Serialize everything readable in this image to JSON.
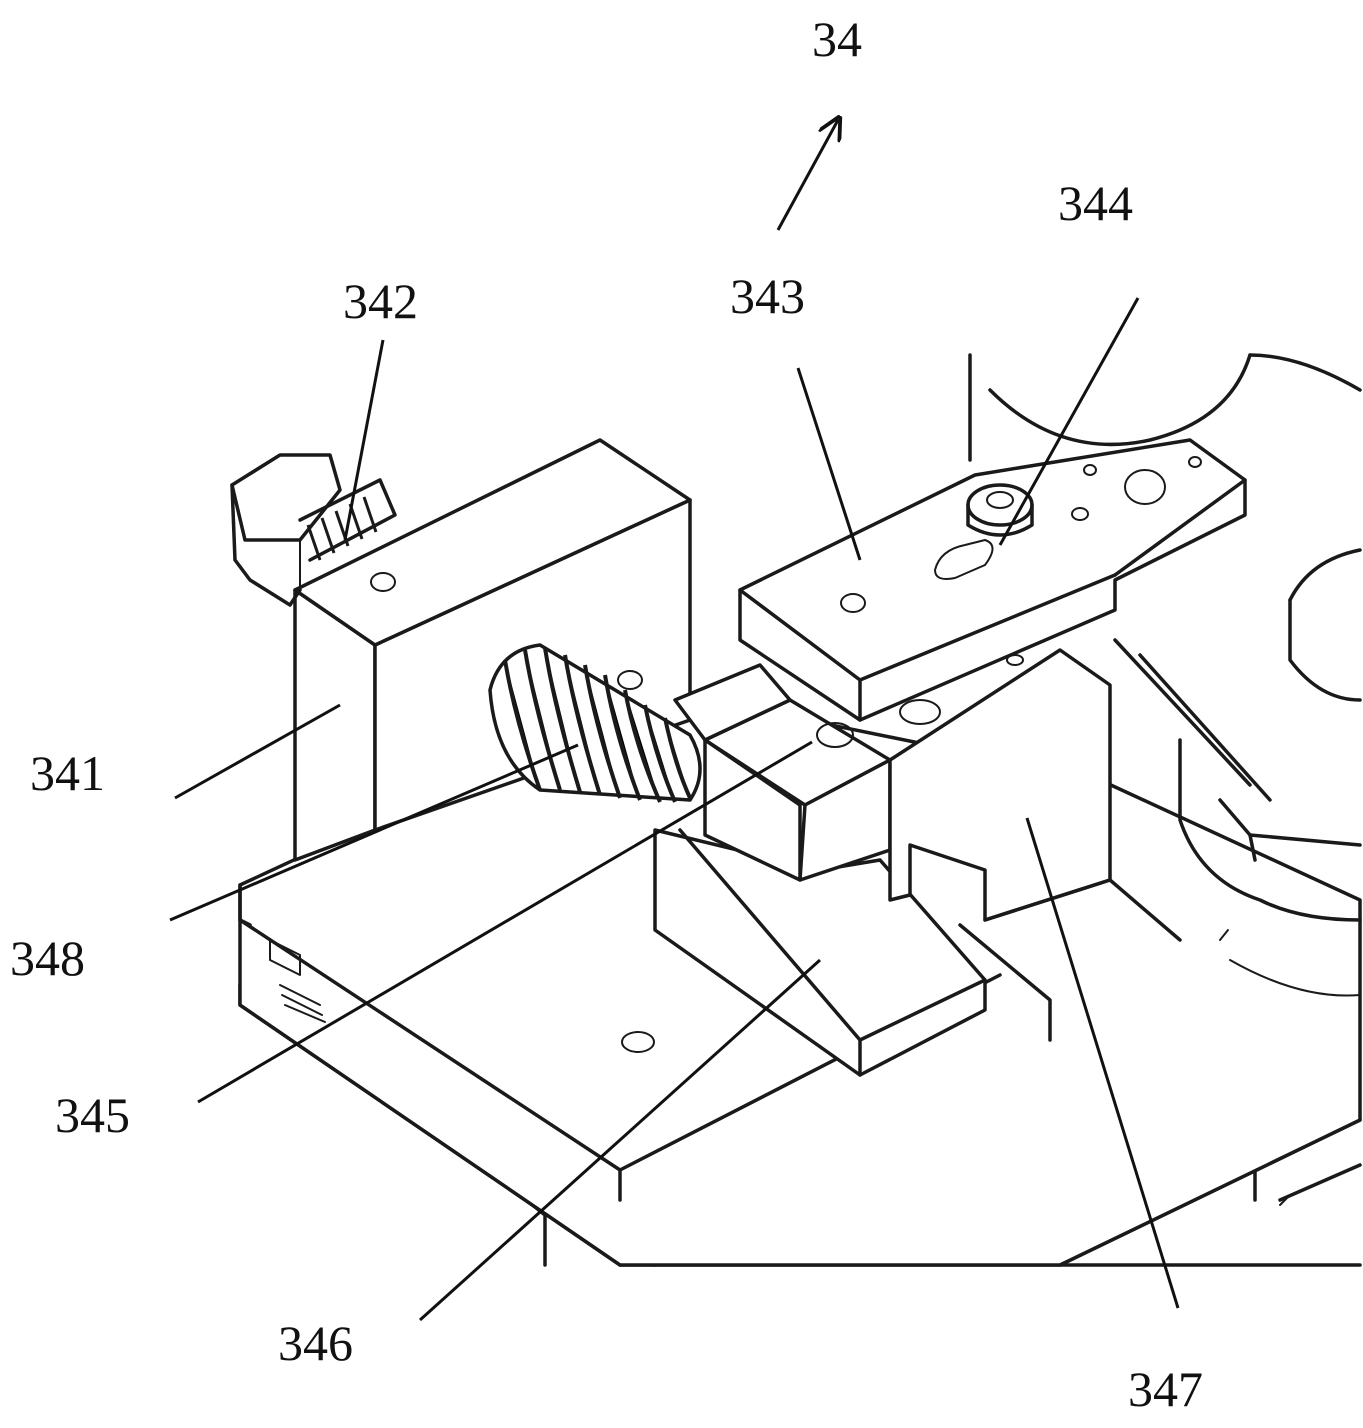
{
  "figure": {
    "assembly_ref": "34",
    "labels": {
      "l341": "341",
      "l342": "342",
      "l343": "343",
      "l344": "344",
      "l345": "345",
      "l346": "346",
      "l347": "347",
      "l348": "348"
    }
  }
}
